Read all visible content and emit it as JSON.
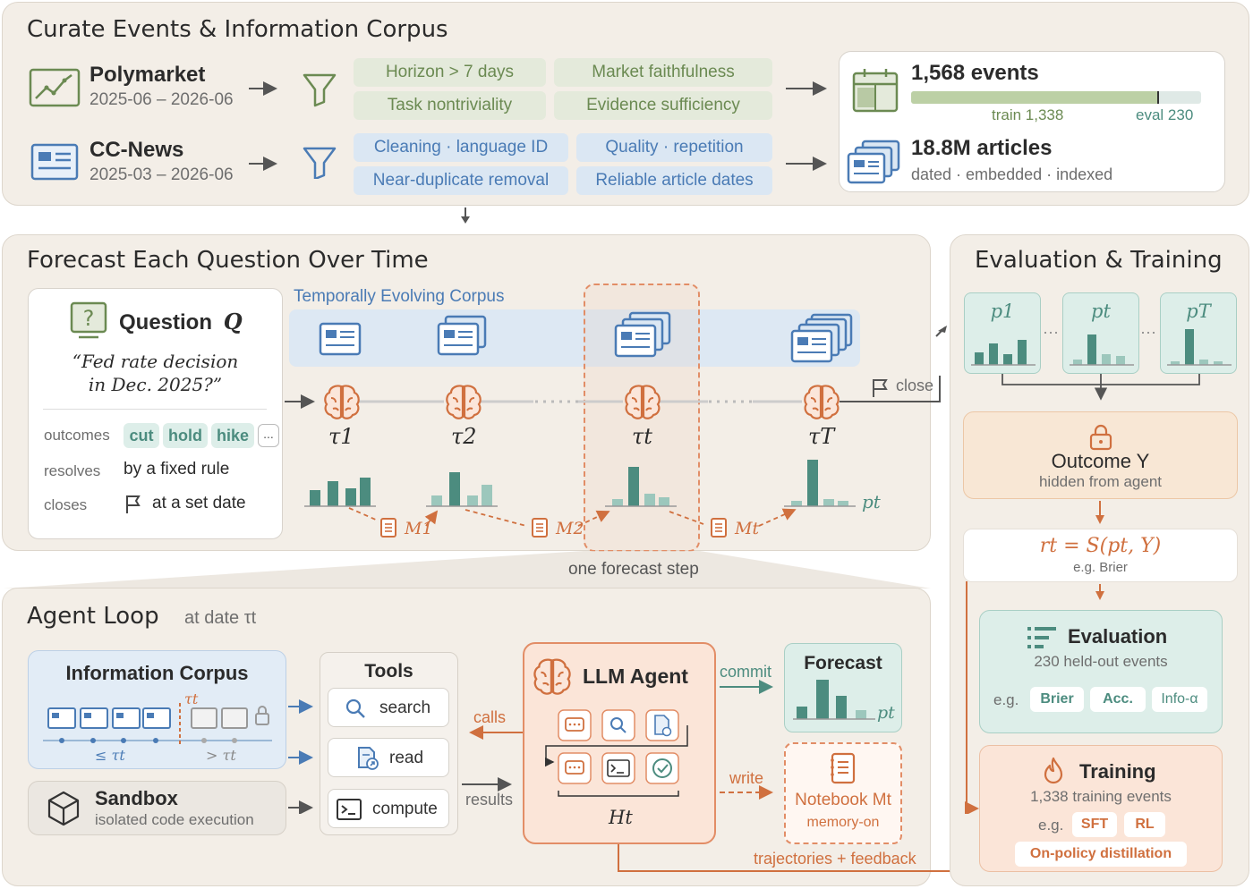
{
  "curate": {
    "title": "Curate Events & Information Corpus",
    "sources": [
      {
        "name": "Polymarket",
        "range": "2025-06 – 2026-06"
      },
      {
        "name": "CC-News",
        "range": "2025-03 – 2026-06"
      }
    ],
    "poly_filters": [
      "Horizon > 7 days",
      "Market faithfulness",
      "Task nontriviality",
      "Evidence sufficiency"
    ],
    "news_filters": [
      "Cleaning · language ID",
      "Quality · repetition",
      "Near-duplicate removal",
      "Reliable article dates"
    ],
    "events_count": "1,568 events",
    "train_label": "train 1,338",
    "eval_label": "eval 230",
    "train_fraction": 0.853,
    "articles_count": "18.8M articles",
    "articles_sub": "dated · embedded · indexed"
  },
  "forecast": {
    "title": "Forecast Each Question Over Time",
    "question_title": "Question",
    "question_symbol": "Q",
    "question_text_1": "“Fed rate decision",
    "question_text_2": "in Dec. 2025?”",
    "outcomes_label": "outcomes",
    "outcomes": [
      "cut",
      "hold",
      "hike",
      "..."
    ],
    "resolves_label": "resolves",
    "resolves_value": "by a fixed rule",
    "closes_label": "closes",
    "closes_value": "at a set date",
    "corpus_label": "Temporally Evolving Corpus",
    "steps": [
      "τ1",
      "τ2",
      "τt",
      "τT"
    ],
    "memory": [
      "M1",
      "M2",
      "Mt"
    ],
    "pt_label": "pt",
    "close_label": "close",
    "step_caption": "one forecast step"
  },
  "agent": {
    "title": "Agent Loop",
    "subtitle": "at date τt",
    "corpus_title": "Information Corpus",
    "before_label": "≤ τt",
    "after_label": "> τt",
    "tau_label": "τt",
    "sandbox_title": "Sandbox",
    "sandbox_sub": "isolated code execution",
    "tools_title": "Tools",
    "tools": [
      "search",
      "read",
      "compute"
    ],
    "calls_label": "calls",
    "results_label": "results",
    "llm_title": "LLM Agent",
    "history_label": "Ht",
    "commit_label": "commit",
    "write_label": "write",
    "forecast_title": "Forecast",
    "forecast_pt": "pt",
    "notebook_title": "Notebook Mt",
    "notebook_sub": "memory-on",
    "feedback_label": "trajectories + feedback"
  },
  "evaltrain": {
    "title": "Evaluation & Training",
    "dists": [
      "p1",
      "pt",
      "pT"
    ],
    "ellipsis": "···",
    "outcome_title": "Outcome Y",
    "outcome_sub": "hidden from agent",
    "reward_formula": "rt = S(pt, Y)",
    "reward_sub": "e.g. Brier",
    "eval_title": "Evaluation",
    "eval_sub": "230 held-out events",
    "eval_eg": "e.g.",
    "eval_metrics": [
      "Brier",
      "Acc.",
      "Info-α"
    ],
    "train_title": "Training",
    "train_sub": "1,338 training events",
    "train_eg": "e.g.",
    "train_methods": [
      "SFT",
      "RL"
    ],
    "train_extra": "On-policy distillation"
  },
  "colors": {
    "teal": "#4c8c7f",
    "orange": "#d0703f",
    "green": "#6b8a52",
    "blue": "#4a7bb5"
  }
}
